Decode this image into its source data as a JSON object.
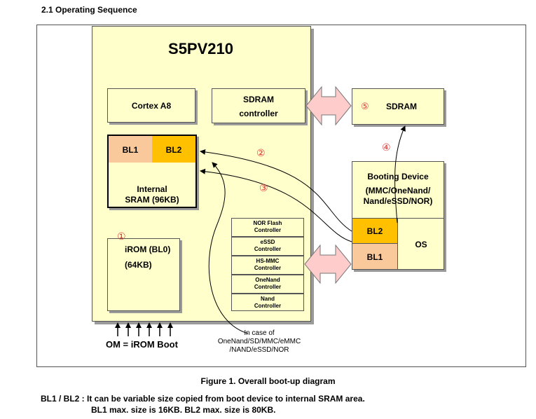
{
  "section_title": "2.1 Operating Sequence",
  "chip": {
    "name": "S5PV210",
    "cortex": "Cortex A8",
    "sdram_ctrl_line1": "SDRAM",
    "sdram_ctrl_line2": "controller",
    "sram": {
      "bl1": "BL1",
      "bl2": "BL2",
      "label_line1": "Internal",
      "label_line2": "SRAM (96KB)"
    },
    "irom_line1": "iROM (BL0)",
    "irom_line2": "(64KB)",
    "controllers": [
      {
        "line1": "NOR Flash",
        "line2": "Controller"
      },
      {
        "line1": "eSSD",
        "line2": "Controller"
      },
      {
        "line1": "HS-MMC",
        "line2": "Controller"
      },
      {
        "line1": "OneNand",
        "line2": "Controller"
      },
      {
        "line1": "Nand",
        "line2": "Controller"
      }
    ]
  },
  "external_sdram": "SDRAM",
  "booting_device": {
    "line1": "Booting Device",
    "line2": "(MMC/OneNand/",
    "line3": "Nand/eSSD/NOR)",
    "bl2": "BL2",
    "bl1": "BL1",
    "os": "OS"
  },
  "steps": [
    "①",
    "②",
    "③",
    "④",
    "⑤"
  ],
  "om_label": "OM = iROM Boot",
  "note": {
    "line1": "In case of",
    "line2": "OneNand/SD/MMC/eMMC",
    "line3": "/NAND/eSSD/NOR"
  },
  "figure_caption": "Figure 1. Overall boot-up diagram",
  "footnote_line1": "BL1 / BL2 : It can be variable size copied from boot device to internal SRAM area.",
  "footnote_line2": "BL1 max. size is 16KB. BL2 max. size is 80KB.",
  "colors": {
    "chip_fill": "#ffffcc",
    "bl1_fill": "#f9c89b",
    "bl2_fill": "#ffc000",
    "arrow_fill": "#ffcccc",
    "step_number": "#e33333"
  }
}
